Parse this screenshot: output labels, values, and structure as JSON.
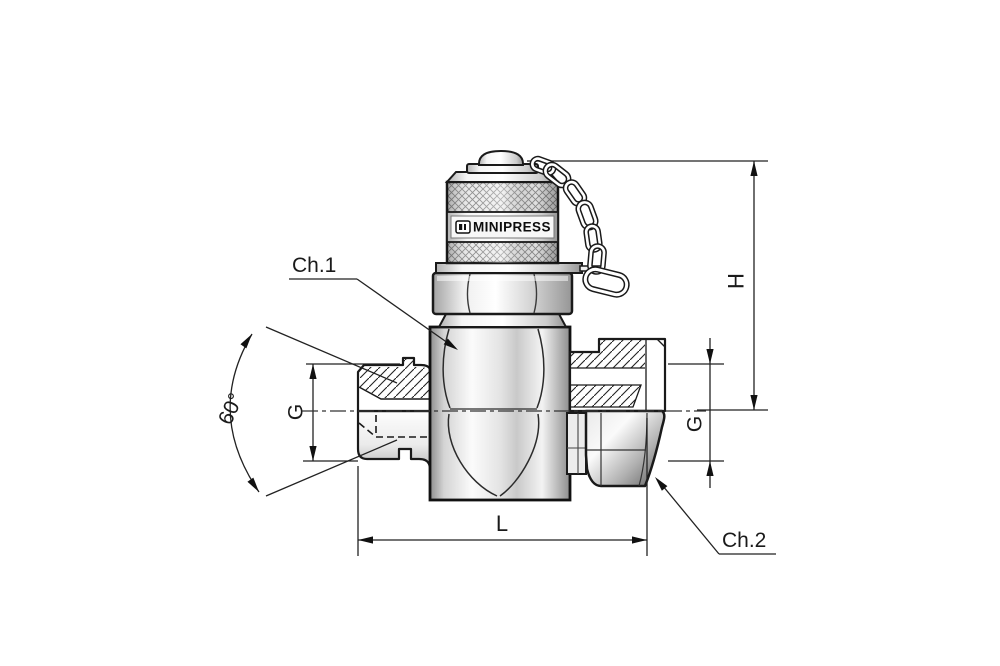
{
  "diagram": {
    "brand_label": "MINIPRESS",
    "labels": {
      "ch1": "Ch.1",
      "ch2": "Ch.2",
      "angle": "60°",
      "g_left": "G",
      "g_right": "G",
      "height": "H",
      "length": "L"
    },
    "colors": {
      "line": "#1a1a1a",
      "dimension_line": "#222222",
      "background": "#ffffff",
      "metal_light": "#f8f8f8",
      "metal_dark": "#8f8f8f",
      "hatch": "#222222"
    }
  }
}
